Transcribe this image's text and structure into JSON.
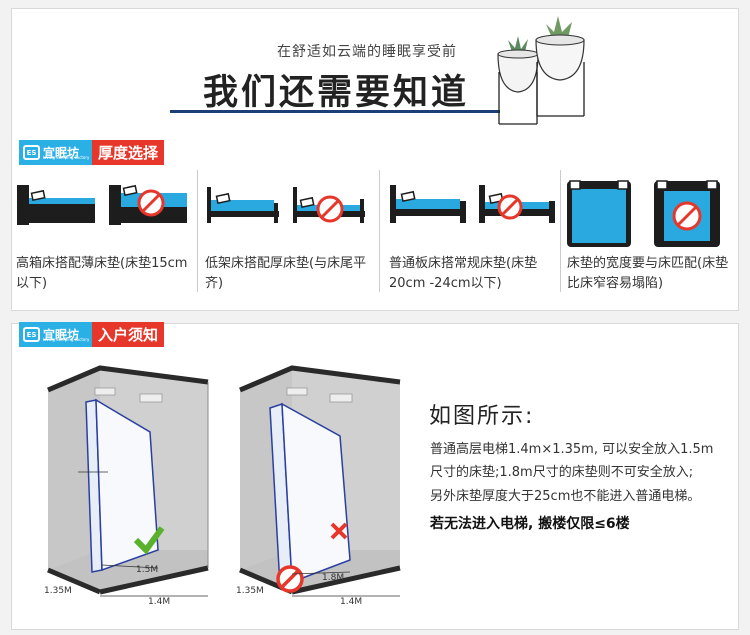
{
  "header": {
    "subtitle": "在舒适如云端的睡眠享受前",
    "title": "我们还需要知道"
  },
  "brand": {
    "logo_text": "宜眠坊",
    "logo_sub": "Living Sleeping Factory"
  },
  "thickness_section": {
    "label": "厚度选择",
    "options": [
      {
        "text": "高箱床搭配薄床垫(床垫15cm以下)"
      },
      {
        "text": "低架床搭配厚床垫(与床尾平齐)"
      },
      {
        "text": "普通板床搭常规床垫(床垫20cm -24cm以下)"
      },
      {
        "text": "床垫的宽度要与床匹配(床垫比床窄容易塌陷)"
      }
    ]
  },
  "entry_section": {
    "label": "入户须知",
    "diagram": {
      "left": {
        "width": "1.4M",
        "depth": "1.35M",
        "mattress": "1.5M"
      },
      "right": {
        "width": "1.4M",
        "depth": "1.35M",
        "mattress": "1.8M"
      }
    },
    "info_title": "如图所示:",
    "info_lines": [
      "普通高层电梯1.4m×1.35m, 可以安全放入1.5m",
      "尺寸的床垫;1.8m尺寸的床垫则不可安全放入;",
      "另外床垫厚度大于25cm也不能进入普通电梯。"
    ],
    "info_bold": "若无法进入电梯, 搬楼仅限≤6楼"
  },
  "colors": {
    "accent_blue": "#2bb0e6",
    "accent_red": "#e7372b",
    "bed_dark": "#1d1d1d",
    "mattress_blue": "#2aa9e0",
    "navy": "#1b3e78"
  }
}
